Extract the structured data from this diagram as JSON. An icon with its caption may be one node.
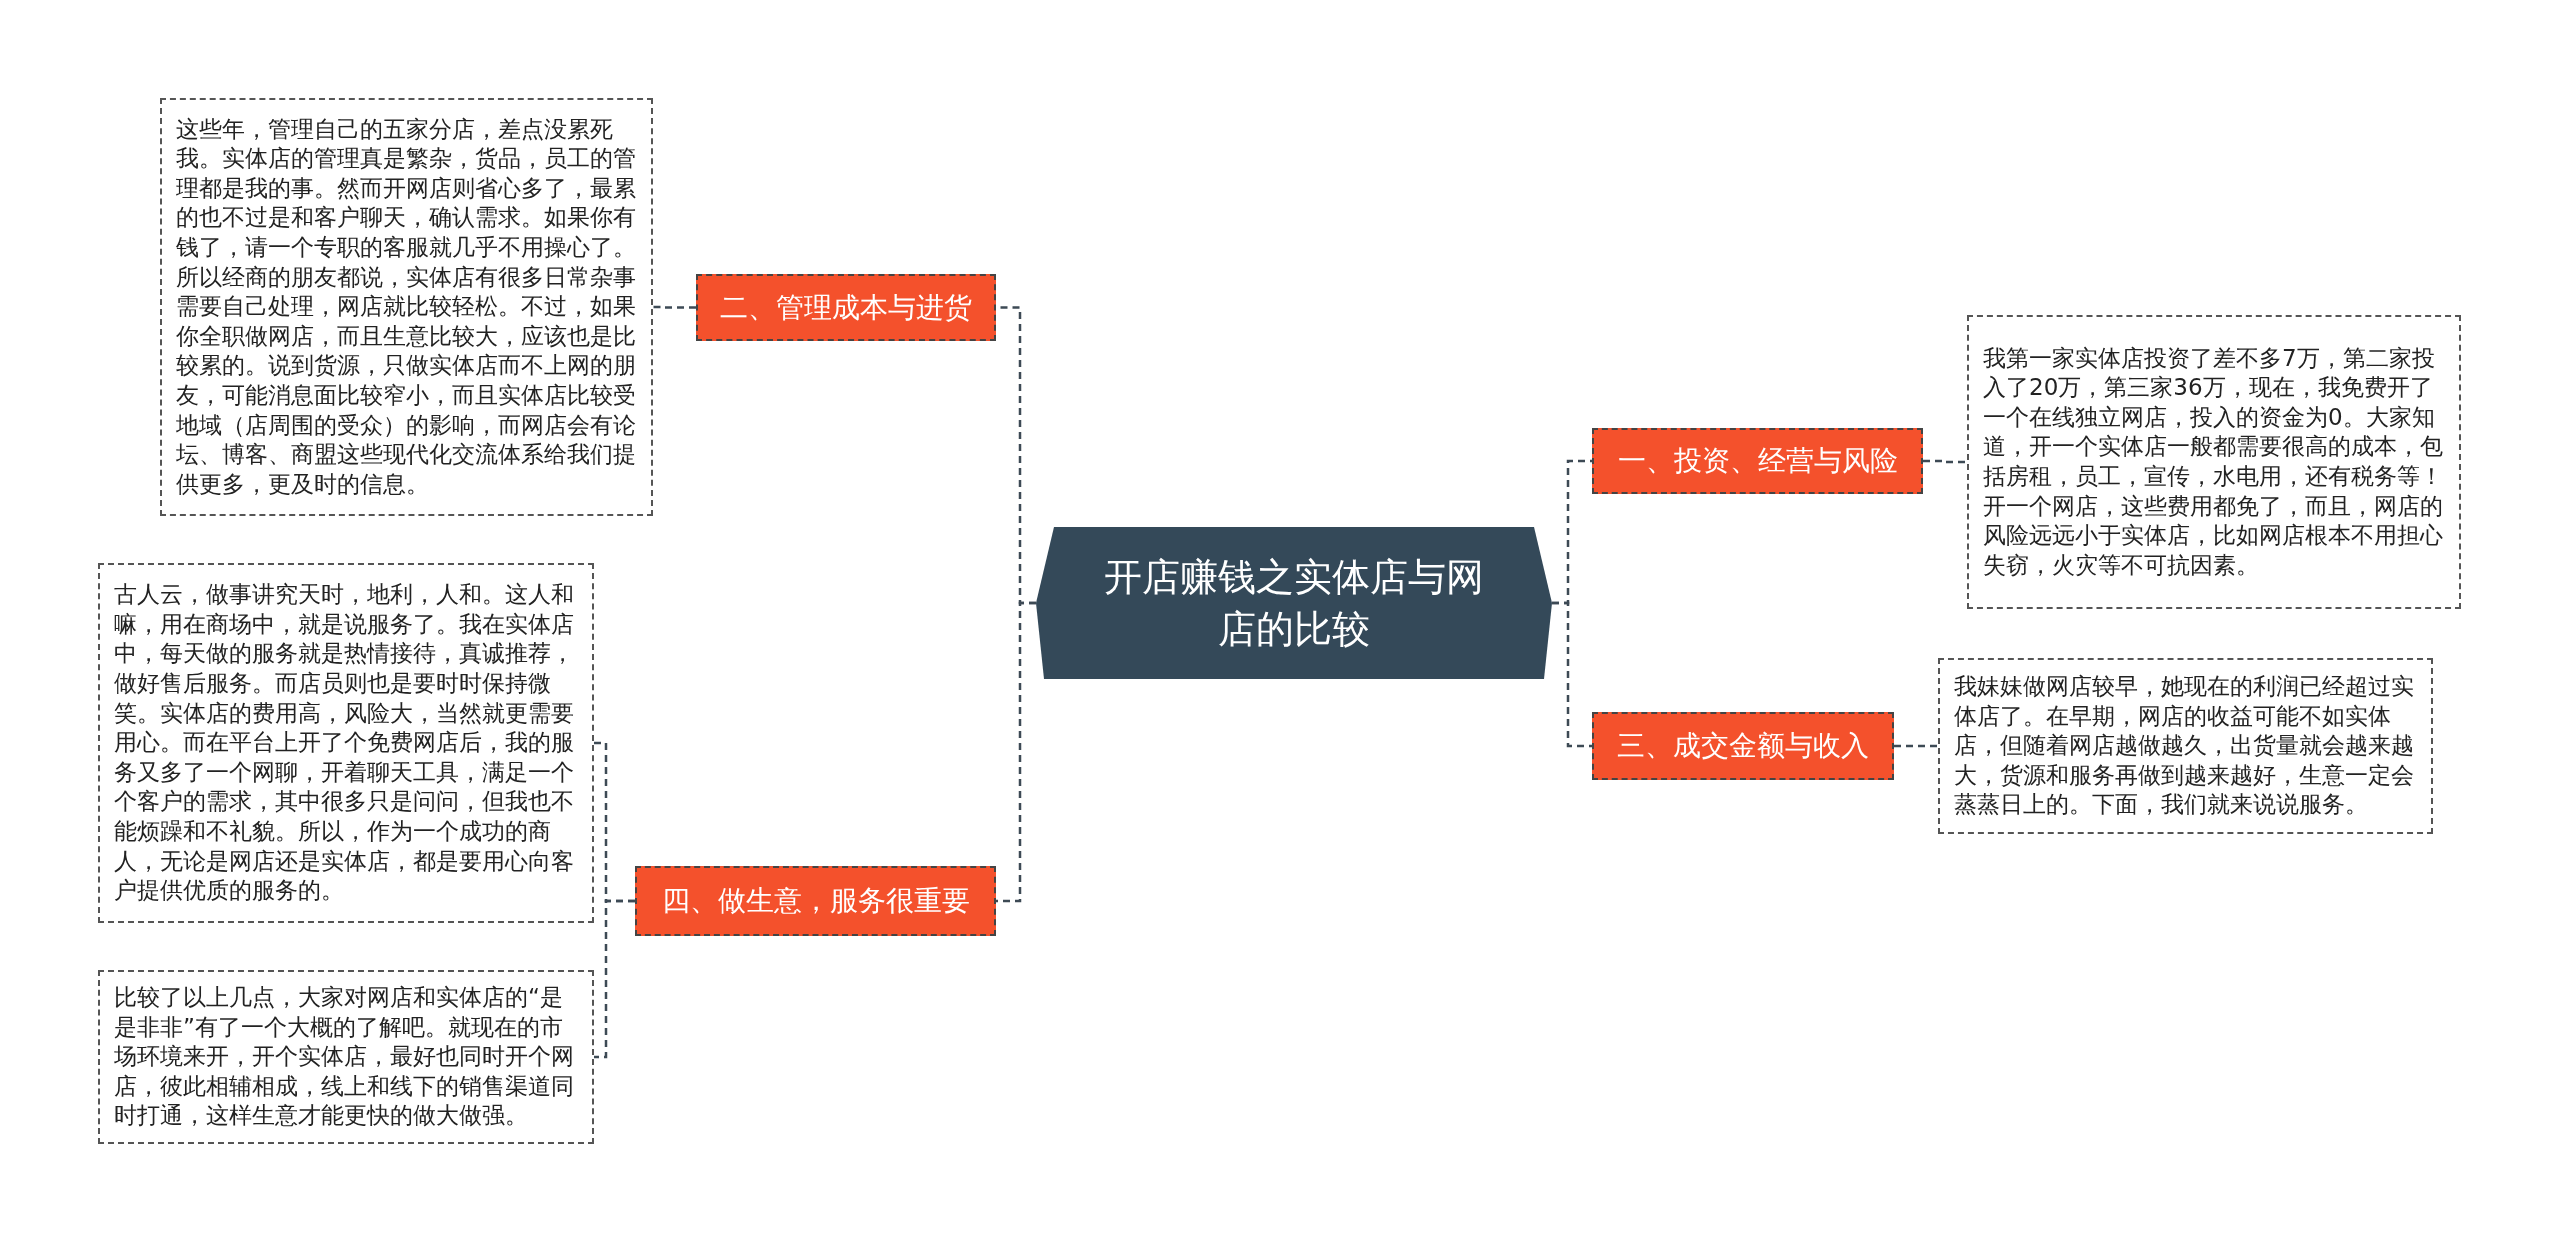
{
  "diagram": {
    "nodes": [
      {
        "text": [
          "开店赚钱之实体店与网店的比较"
        ]
      },
      {
        "text": [
          "二、管理成本与进货"
        ]
      },
      {
        "text": [
          "这些年，管理自己的五家分店，差点没累死我。实体店的管理真是繁杂，货品，员工的管理都是我的事。然而开网店则省心多了，最累的也不过是和客户聊天，确认需求。如果你有钱了，请一个专职的客服就几乎不用操心了。所以经商的朋友都说，实体店有很多日常杂事需要自己处理，网店就比较轻松。不过，如果你全职做网店，而且生意比较大，应该也是比较累的。说到货源，只做实体店而不上网的朋友，可能消息面比较窄小，而且实体店比较受地域（店周围的受众）的影响，而网店会有论坛、博客、商盟这些现代化交流体系给我们提供更多，更及时的信息。"
        ]
      },
      {
        "text": [
          "四、做生意，服务很重要"
        ]
      },
      {
        "text": [
          "古人云，做事讲究天时，地利，人和。这人和嘛，用在商场中，就是说服务了。我在实体店中，每天做的服务就是热情接待，真诚推荐，做好售后服务。而店员则也是要时时保持微笑。实体店的费用高，风险大，当然就更需要用心。而在平台上开了个免费网店后，我的服务又多了一个网聊，开着聊天工具，满足一个个客户的需求，其中很多只是问问，但我也不能烦躁和不礼貌。所以，作为一个成功的商人，无论是网店还是实体店，都是要用心向客户提供优质的服务的。"
        ]
      },
      {
        "text": [
          "比较了以上几点，大家对网店和实体店的“是是非非”有了一个大概的了解吧。就现在的市场环境来开，开个实体店，最好也同时开个网店，彼此相辅相成，线上和线下的销售渠道同时打通，这样生意才能更快的做大做强。"
        ]
      },
      {
        "text": [
          "一、投资、经营与风险"
        ]
      },
      {
        "text": [
          "我第一家实体店投资了差不多7万，第二家投入了20万，第三家36万，现在，我免费开了一个在线独立网店，投入的资金为0。大家知道，开一个实体店一般都需要很高的成本，包括房租，员工，宣传，水电用，还有税务等！开一个网店，这些费用都免了，而且，网店的风险远远小于实体店，比如网店根本不用担心失窃，火灾等不可抗因素。"
        ]
      },
      {
        "text": [
          "三、成交金额与收入"
        ]
      },
      {
        "text": [
          "我妹妹做网店较早，她现在的利润已经超过实体店了。在早期，网店的收益可能不如实体店，但随着网店越做越久，出货量就会越来越大，货源和服务再做到越来越好，生意一定会蒸蒸日上的。下面，我们就来说说服务。"
        ]
      }
    ],
    "edges": [
      {
        "from": 0,
        "to": 1,
        "arrow": "none"
      },
      {
        "from": 0,
        "to": 3,
        "arrow": "none"
      },
      {
        "from": 0,
        "to": 6,
        "arrow": "none"
      },
      {
        "from": 0,
        "to": 8,
        "arrow": "none"
      },
      {
        "from": 1,
        "to": 2,
        "arrow": "none"
      },
      {
        "from": 3,
        "to": 4,
        "arrow": "none"
      },
      {
        "from": 3,
        "to": 5,
        "arrow": "none"
      },
      {
        "from": 6,
        "to": 7,
        "arrow": "none"
      },
      {
        "from": 8,
        "to": 9,
        "arrow": "none"
      }
    ]
  }
}
